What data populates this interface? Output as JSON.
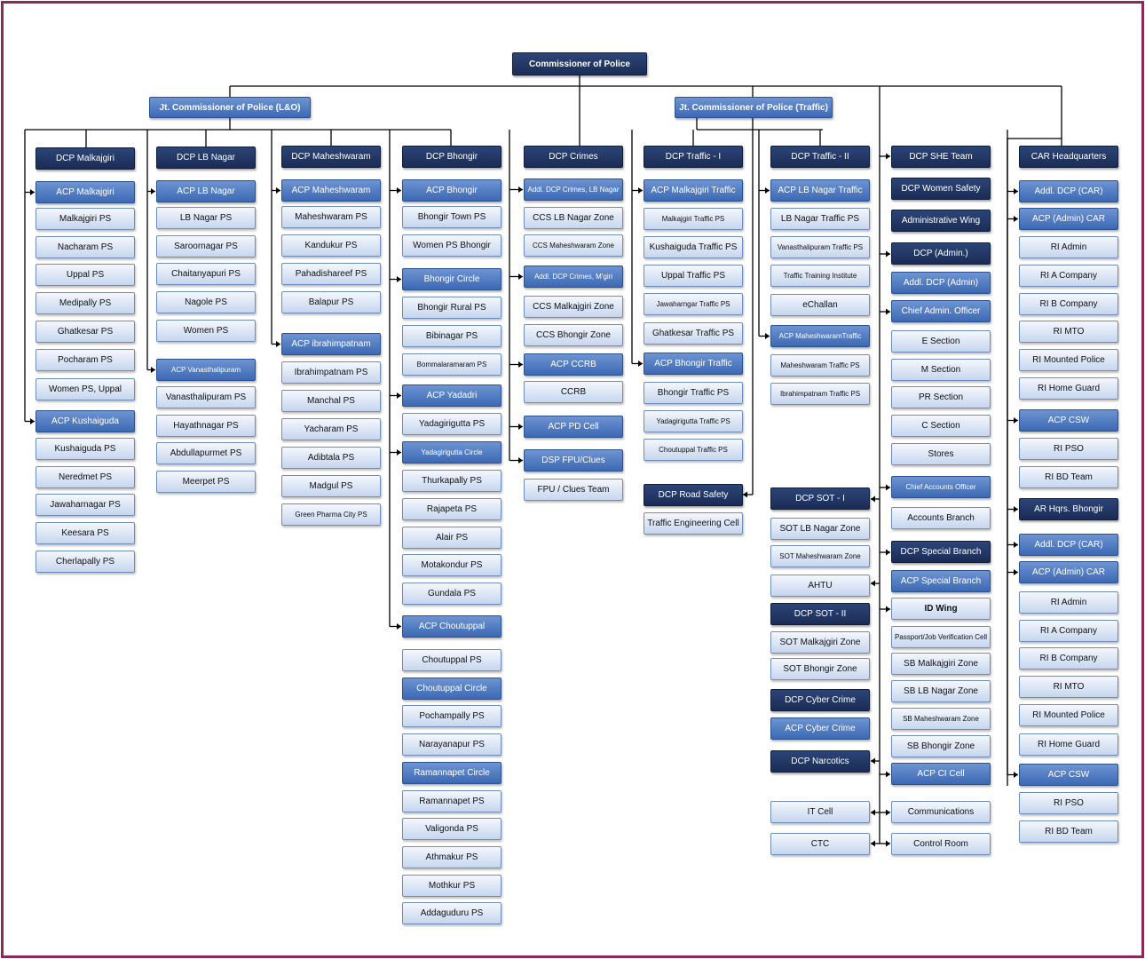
{
  "palette": {
    "dark": "#1f3260",
    "medium": "#4a76c0",
    "light": "#dbe5f5",
    "frame": "#8b2a5a"
  },
  "org": {
    "commissioner": "Commissioner of Police",
    "jcp_lo": "Jt. Commissioner of Police (L&O)",
    "jcp_traffic": "Jt. Commissioner of Police (Traffic)",
    "columns": [
      [
        "DCP Malkajgiri",
        "ACP Malkajgiri",
        "Malkajgiri PS",
        "Nacharam PS",
        "Uppal PS",
        "Medipally PS",
        "Ghatkesar PS",
        "Pocharam PS",
        "Women PS, Uppal",
        "ACP Kushaiguda",
        "Kushaiguda PS",
        "Neredmet PS",
        "Jawaharnagar PS",
        "Keesara PS",
        "Cherlapally PS"
      ],
      [
        "DCP LB Nagar",
        "ACP LB Nagar",
        "LB Nagar PS",
        "Saroornagar PS",
        "Chaitanyapuri PS",
        "Nagole PS",
        "Women PS",
        "ACP Vanasthalipuram",
        "Vanasthalipuram PS",
        "Hayathnagar  PS",
        "Abdullapurmet PS",
        "Meerpet PS"
      ],
      [
        "DCP Maheshwaram",
        "ACP Maheshwaram",
        "Maheshwaram PS",
        "Kandukur PS",
        "Pahadishareef PS",
        "Balapur PS",
        "ACP ibrahimpatnam",
        "Ibrahimpatnam PS",
        "Manchal PS",
        "Yacharam PS",
        "Adibtala PS",
        "Madgul PS",
        "Green Pharma City PS"
      ],
      [
        "DCP Bhongir",
        "ACP Bhongir",
        "Bhongir Town PS",
        "Women PS Bhongir",
        "Bhongir Circle",
        "Bhongir Rural PS",
        "Bibinagar PS",
        "Bommalaramaram PS",
        "ACP Yadadri",
        "Yadagirigutta PS",
        "Yadagirigutta Circle",
        "Thurkapally PS",
        "Rajapeta PS",
        "Alair PS",
        "Motakondur PS",
        "Gundala PS",
        "ACP Choutuppal",
        "Choutuppal PS",
        "Choutuppal Circle",
        "Pochampally PS",
        "Narayanapur PS",
        "Ramannapet Circle",
        "Ramannapet PS",
        "Valigonda PS",
        "Athmakur PS",
        "Mothkur PS",
        "Addaguduru PS"
      ],
      [
        "DCP Crimes",
        "Addl. DCP Crimes, LB Nagar",
        "CCS LB Nagar Zone",
        "CCS Maheshwaram Zone",
        "Addl. DCP Crimes, M'giri",
        "CCS Malkajgiri Zone",
        "CCS Bhongir Zone",
        "ACP CCRB",
        "CCRB",
        "ACP PD Cell",
        "DSP FPU/Clues",
        "FPU / Clues Team"
      ],
      [
        "DCP Traffic - I",
        "ACP Malkajgiri Traffic",
        "Malkajgiri Traffic PS",
        "Kushaiguda Traffic PS",
        "Uppal Traffic PS",
        "Jawaharngar Traffic PS",
        "Ghatkesar Traffic PS",
        "ACP Bhongir Traffic",
        "Bhongir Traffic PS",
        "Yadagirigutta Traffic PS",
        "Choutuppal Traffic PS",
        "DCP Road Safety",
        "Traffic Engineering Cell"
      ],
      [
        "DCP Traffic - II",
        "ACP LB Nagar Traffic",
        "LB Nagar Traffic PS",
        "Vanasthalipuram Traffic PS",
        "Traffic Training Institute",
        "eChallan",
        "ACP MaheshwaramTraffic",
        "Maheshwaram Traffic PS",
        "Ibrahimpatnam Traffic PS",
        "DCP SOT - I",
        "SOT LB Nagar Zone",
        "SOT Maheshwaram Zone",
        "AHTU",
        "DCP SOT - II",
        "SOT Malkajgiri Zone",
        "SOT Bhongir Zone",
        "DCP Cyber Crime",
        "ACP Cyber Crime",
        "DCP Narcotics",
        "IT Cell",
        "CTC"
      ],
      [
        "DCP SHE Team",
        "DCP Women Safety",
        "Administrative Wing",
        "DCP (Admin.)",
        "Addl. DCP (Admin)",
        "Chief Admin. Officer",
        "E Section",
        "M Section",
        "PR Section",
        "C Section",
        "Stores",
        "Chief Accounts Officer",
        "Accounts Branch",
        "DCP Special Branch",
        "ACP Special Branch",
        "ID Wing",
        "Passport/Job Verification Cell",
        "SB Malkajgiri Zone",
        "SB LB Nagar Zone",
        "SB Maheshwaram Zone",
        "SB Bhongir Zone",
        "ACP CI Cell",
        "Communications",
        "Control Room"
      ],
      [
        "CAR Headquarters",
        "Addl. DCP (CAR)",
        "ACP (Admin) CAR",
        "RI Admin",
        "RI A Company",
        "RI B Company",
        "RI MTO",
        "RI Mounted Police",
        "RI Home Guard",
        "ACP CSW",
        "RI PSO",
        "RI BD Team",
        "AR Hqrs. Bhongir",
        "Addl. DCP (CAR)",
        "ACP (Admin) CAR",
        "RI Admin",
        "RI A Company",
        "RI B Company",
        "RI MTO",
        "RI Mounted Police",
        "RI Home Guard",
        "ACP CSW",
        "RI PSO",
        "RI BD Team"
      ]
    ]
  }
}
